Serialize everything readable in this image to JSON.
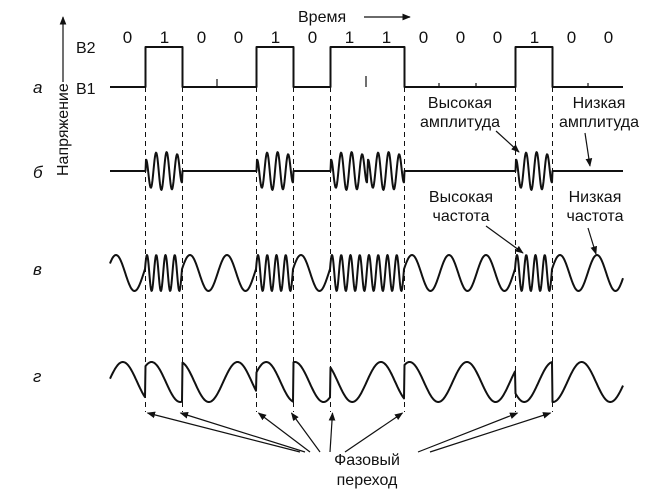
{
  "axis": {
    "time_label": "Время",
    "voltage_label": "Напряжение",
    "level_high": "B2",
    "level_low": "B1"
  },
  "bits": [
    "0",
    "1",
    "0",
    "0",
    "1",
    "0",
    "1",
    "1",
    "0",
    "0",
    "0",
    "1",
    "0",
    "0"
  ],
  "rows": [
    "а",
    "б",
    "в",
    "г"
  ],
  "annotations": {
    "high_amplitude": [
      "Высокая",
      "амплитуда"
    ],
    "low_amplitude": [
      "Низкая",
      "амплитуда"
    ],
    "high_frequency": [
      "Высокая",
      "частота"
    ],
    "low_frequency": [
      "Низкая",
      "частота"
    ],
    "phase_shift": [
      "Фазовый",
      "переход"
    ]
  }
}
